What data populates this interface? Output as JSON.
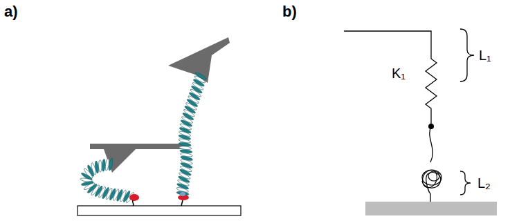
{
  "diagram": {
    "labels": [
      "a)",
      "b)",
      "K₁",
      "L₁",
      "L₂"
    ]
  }
}
